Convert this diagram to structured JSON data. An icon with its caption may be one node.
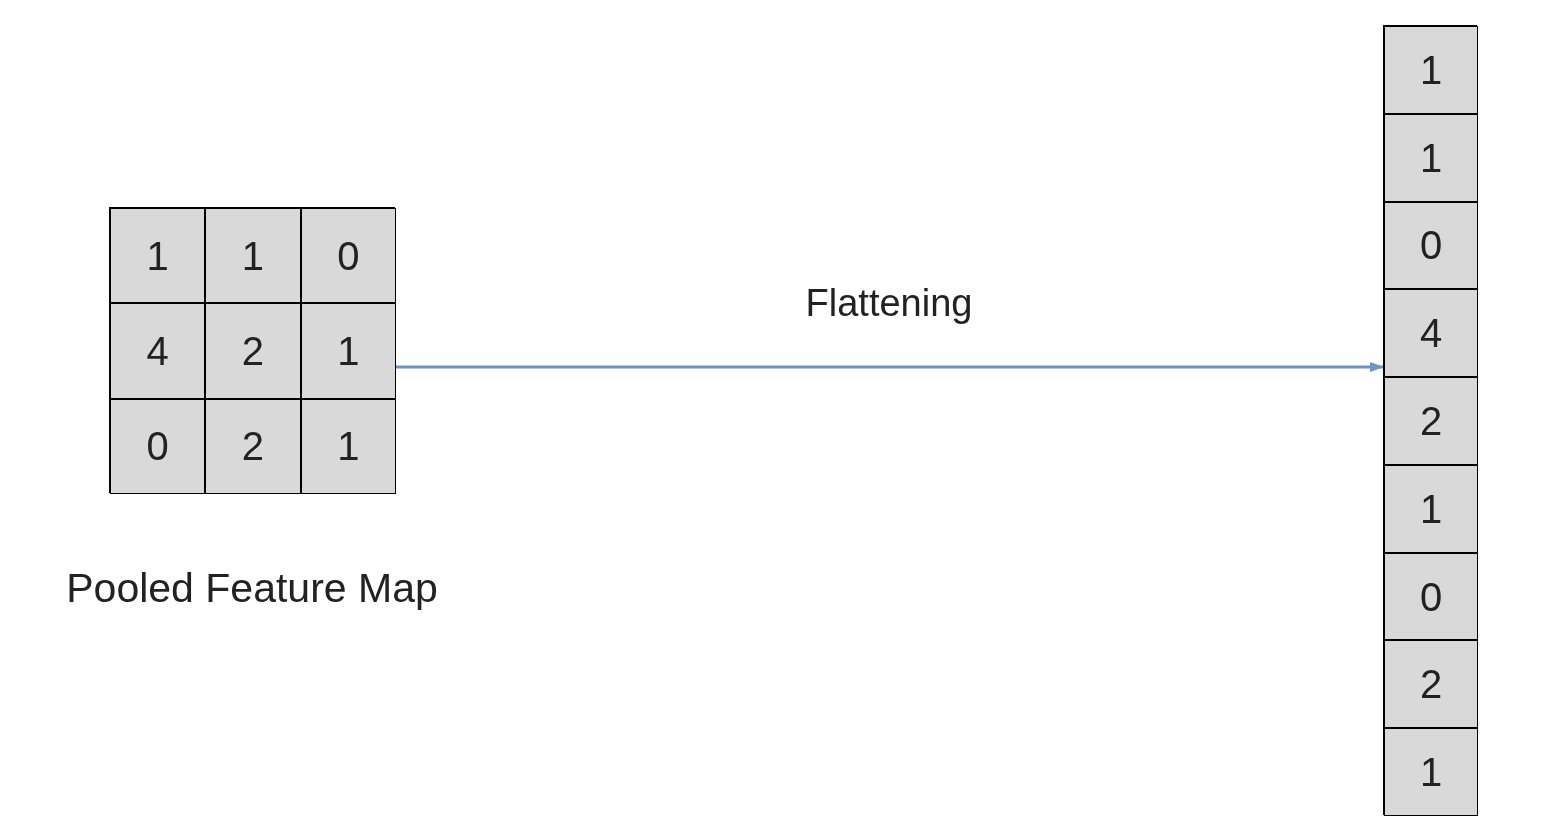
{
  "diagram": {
    "nodes": [
      {
        "text": [],
        "shape": "box",
        "beside": [
          "Pooled Feature Map"
        ]
      },
      {
        "text": [
          "1"
        ],
        "in": 0
      },
      {
        "text": [
          "1"
        ],
        "in": 0
      },
      {
        "text": [
          "0"
        ],
        "in": 0
      },
      {
        "text": [
          "4"
        ],
        "in": 0
      },
      {
        "text": [
          "2"
        ],
        "in": 0
      },
      {
        "text": [
          "1"
        ],
        "in": 0
      },
      {
        "text": [
          "0"
        ],
        "in": 0
      },
      {
        "text": [
          "2"
        ],
        "in": 0
      },
      {
        "text": [
          "1"
        ],
        "in": 0
      },
      {
        "text": [],
        "shape": "box"
      },
      {
        "text": [
          "1"
        ],
        "in": 10
      },
      {
        "text": [
          "1"
        ],
        "in": 10
      },
      {
        "text": [
          "0"
        ],
        "in": 10
      },
      {
        "text": [
          "4"
        ],
        "in": 10
      },
      {
        "text": [
          "2"
        ],
        "in": 10
      },
      {
        "text": [
          "1"
        ],
        "in": 10
      },
      {
        "text": [
          "0"
        ],
        "in": 10
      },
      {
        "text": [
          "2"
        ],
        "in": 10
      },
      {
        "text": [
          "1"
        ],
        "in": 10
      }
    ],
    "edges": [
      {
        "from": 0,
        "to": 10,
        "arrow": "to",
        "label": "Flattening",
        "color": "#7092c8"
      }
    ]
  }
}
